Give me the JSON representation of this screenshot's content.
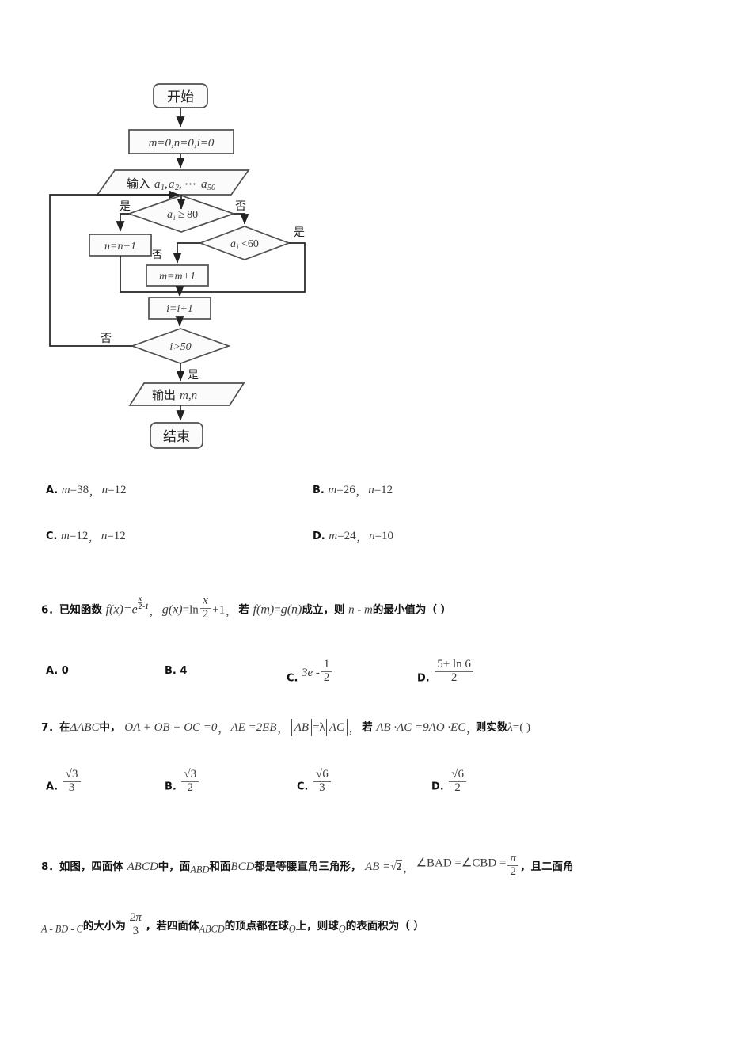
{
  "document": {
    "type": "math-exam-paper",
    "language": "zh-CN"
  },
  "flowchart": {
    "title": "program-flowchart",
    "nodes": {
      "start": "开始",
      "init": "m=0,n=0,i=0",
      "input_prefix": "输入",
      "input_list": "a₁,a₂,⋯ a₅₀",
      "decision1": "aᵢ ≥ 80",
      "decision2": "aᵢ < 60",
      "proc_n": "n=n+1",
      "proc_m": "m=m+1",
      "proc_i": "i=i+1",
      "decision3": "i>50",
      "output_prefix": "输出",
      "output_vars": "m,n",
      "end": "结束"
    },
    "labels": {
      "yes": "是",
      "no": "否",
      "d1_yes": "是",
      "d1_no": "否",
      "d2_yes": "是",
      "d2_no": "否",
      "d3_no": "否",
      "d3_yes": "是"
    }
  },
  "q5_options": {
    "A": {
      "label": "A.",
      "m_lhs": "m",
      "m_eq": "=38",
      "comma": "，",
      "n_lhs": "n",
      "n_eq": "=12"
    },
    "B": {
      "label": "B.",
      "m_lhs": "m",
      "m_eq": "=26",
      "comma": "，",
      "n_lhs": "n",
      "n_eq": "=12"
    },
    "C": {
      "label": "C.",
      "m_lhs": "m",
      "m_eq": "=12",
      "comma": "，",
      "n_lhs": "n",
      "n_eq": "=12"
    },
    "D": {
      "label": "D.",
      "m_lhs": "m",
      "m_eq": "=24",
      "comma": "，",
      "n_lhs": "n",
      "n_eq": "=10"
    }
  },
  "q6": {
    "number": "6．",
    "stem_1": "已知函数",
    "f_name": "f",
    "f_arg": "(x)",
    "f_eq": "=e",
    "exp_num": "x",
    "exp_den": "2",
    "exp_tail": "-1",
    "comma_1": "，",
    "g_name": "g",
    "g_arg": "(x)",
    "g_eq": "=ln",
    "g_frac_num": "x",
    "g_frac_den": "2",
    "g_tail": "+1",
    "comma_2": "，",
    "ruo": "若",
    "fm": "f",
    "fm_arg": "(m)",
    "eq": "=",
    "gn": "g",
    "gn_arg": "(n)",
    "chengli": "成立，则",
    "nm": "n - m",
    "tail": "的最小值为（  ）",
    "options": {
      "A": {
        "label": "A.",
        "value": "0"
      },
      "B": {
        "label": "B.",
        "value": "4"
      },
      "C": {
        "label": "C.",
        "lead": "3e -",
        "num": "1",
        "den": "2"
      },
      "D": {
        "label": "D.",
        "num": "5+ ln 6",
        "den": "2"
      }
    }
  },
  "q7": {
    "number": "7．",
    "part_1": "在",
    "triangle": "ΔABC",
    "part_2": "中，",
    "expr_1": "OA + OB + OC =0",
    "comma_1": "，",
    "expr_2": "AE =2EB",
    "comma_2": "，",
    "abs_1": "AB",
    "abs_eq": "=λ",
    "abs_2": "AC",
    "comma_3": "，",
    "ruo": "若",
    "expr_3": "AB ·AC =9AO ·EC",
    "comma_4": "，",
    "tail": "则实数",
    "lambda": "λ",
    "tail_2": "=(  )",
    "options": {
      "A": {
        "label": "A.",
        "num": "√3",
        "den": "3"
      },
      "B": {
        "label": "B.",
        "num": "√3",
        "den": "2"
      },
      "C": {
        "label": "C.",
        "num": "√6",
        "den": "3"
      },
      "D": {
        "label": "D.",
        "num": "√6",
        "den": "2"
      }
    }
  },
  "q8": {
    "number": "8．",
    "part_1": "如图，四面体",
    "abcd_1": "ABCD",
    "part_2": "中，面",
    "abd": "ABD",
    "part_3": "和面",
    "bcd": "BCD",
    "part_4": "都是等腰直角三角形，",
    "ab_eq": "AB =",
    "ab_rad": "2",
    "comma_1": "，",
    "angles": "∠BAD =∠CBD =",
    "angle_num": "π",
    "angle_den": "2",
    "comma_2": "，且二面角",
    "line2_dihedral": "A - BD - C",
    "line2_part1": "的大小为",
    "line2_num": "2π",
    "line2_den": "3",
    "line2_part2": "，若四面体",
    "abcd_2": "ABCD",
    "line2_part3": "的顶点都在球",
    "sphere_1": "O",
    "line2_part4": "上，则球",
    "sphere_2": "O",
    "line2_tail": "的表面积为（  ）"
  }
}
